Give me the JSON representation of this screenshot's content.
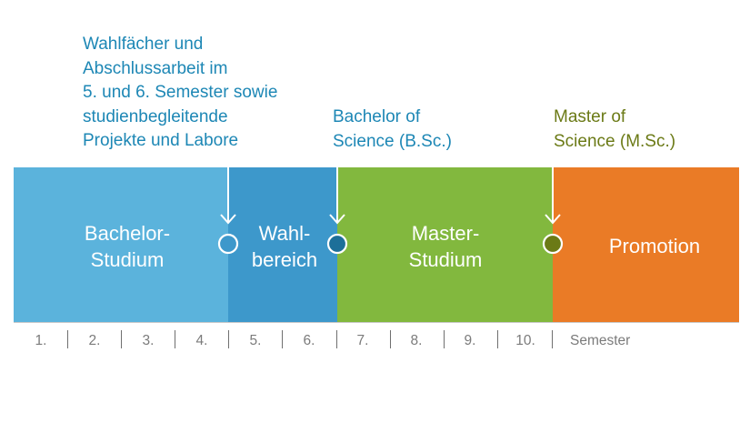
{
  "annotations": {
    "elective": "Wahlfächer und\nAbschlussarbeit im\n5. und 6. Semester sowie\nstudienbegleitende\nProjekte und Labore",
    "bachelor_degree": "Bachelor of\nScience (B.Sc.)",
    "master_degree": "Master of\nScience (M.Sc.)"
  },
  "phases": [
    {
      "label": "Bachelor-\nStudium",
      "color": "#5bb3dc"
    },
    {
      "label": "Wahl-\nbereich",
      "color": "#3d98cb"
    },
    {
      "label": "Master-\nStudium",
      "color": "#82b83e"
    },
    {
      "label": "Promotion",
      "color": "#ea7b26"
    }
  ],
  "markers": [
    {
      "name": "elective-start-marker",
      "fill": "#3d98cb"
    },
    {
      "name": "bachelor-degree-marker",
      "fill": "#1d6f99"
    },
    {
      "name": "master-degree-marker",
      "fill": "#6b7a16"
    }
  ],
  "semesters": [
    "1.",
    "2.",
    "3.",
    "4.",
    "5.",
    "6.",
    "7.",
    "8.",
    "9.",
    "10."
  ],
  "semester_unit": "Semester"
}
